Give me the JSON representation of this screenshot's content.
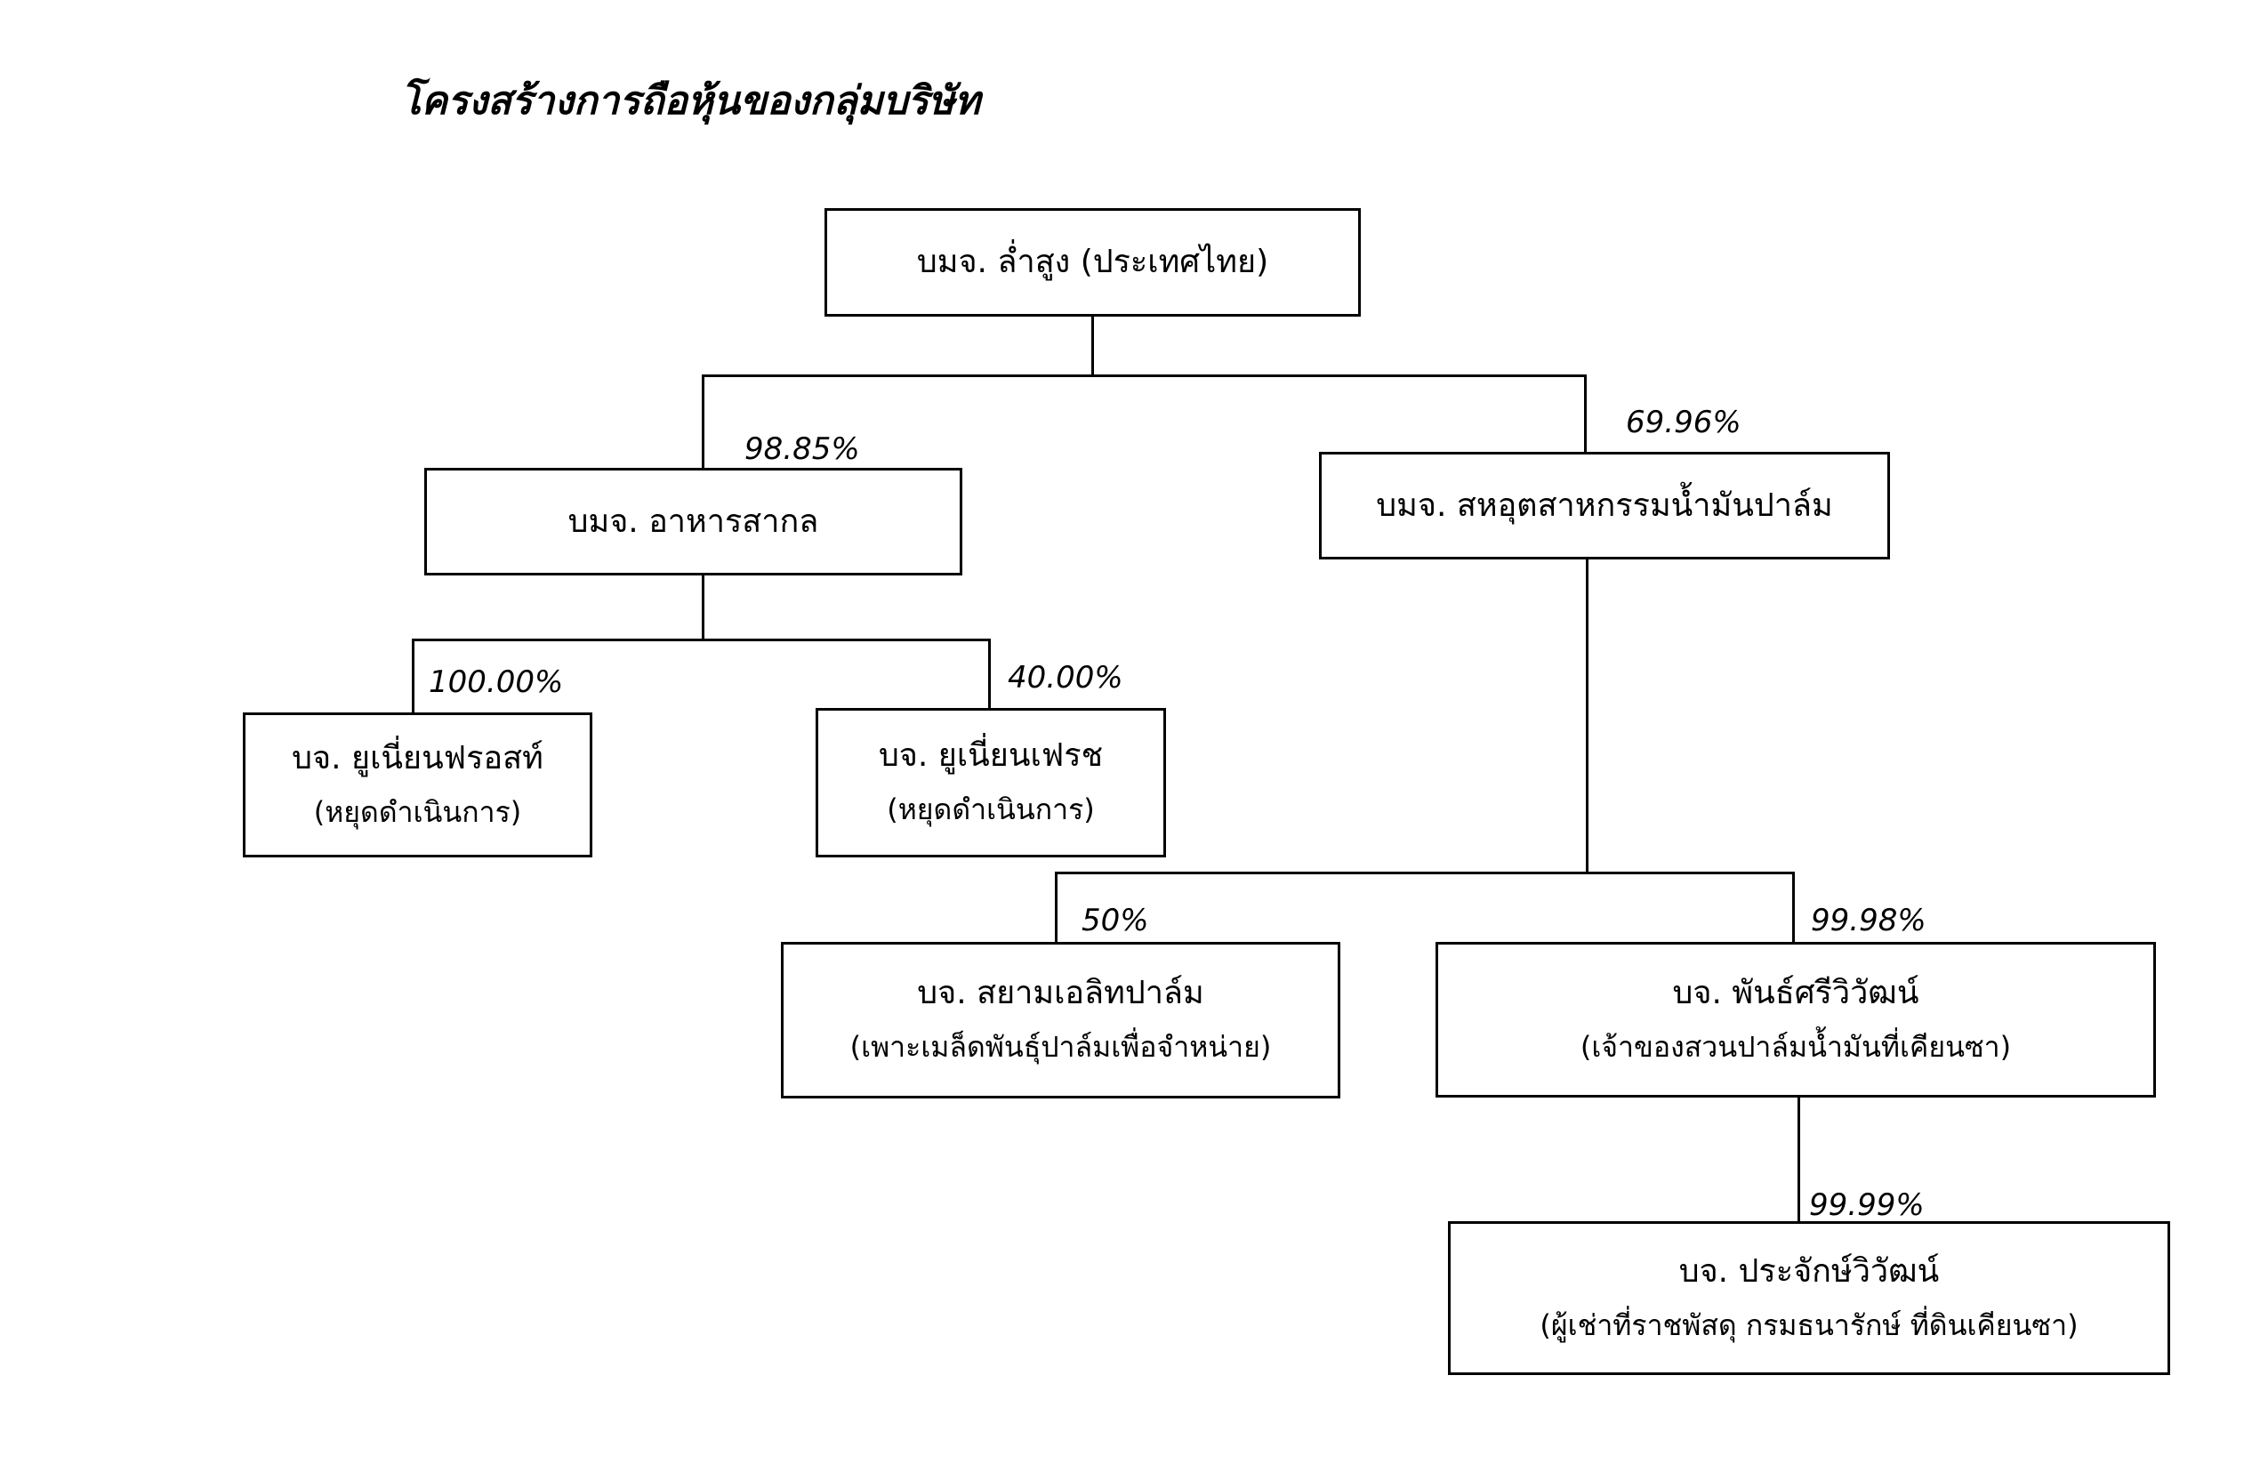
{
  "title": "โครงสร้างการถือหุ้นของกลุ่มบริษัท",
  "nodes": {
    "root": {
      "name": "บมจ. ล่ำสูง (ประเทศไทย)"
    },
    "ahan": {
      "name": "บมจ. อาหารสากล",
      "share": "98.85%"
    },
    "palm_oil": {
      "name": "บมจ. สหอุตสาหกรรมน้ำมันปาล์ม",
      "share": "69.96%"
    },
    "union_frost": {
      "name": "บจ. ยูเนี่ยนฟรอสท์",
      "note": "(หยุดดำเนินการ)",
      "share": "100.00%"
    },
    "union_fresh": {
      "name": "บจ. ยูเนี่ยนเฟรช",
      "note": "(หยุดดำเนินการ)",
      "share": "40.00%"
    },
    "siam_elite": {
      "name": "บจ. สยามเอลิทปาล์ม",
      "note": "(เพาะเมล็ดพันธุ์ปาล์มเพื่อจำหน่าย)",
      "share": "50%"
    },
    "pan_sri": {
      "name": "บจ. พันธ์ศรีวิวัฒน์",
      "note": "(เจ้าของสวนปาล์มน้ำมันที่เคียนซา)",
      "share": "99.98%"
    },
    "prachak": {
      "name": "บจ. ประจักษ์วิวัฒน์",
      "note": "(ผู้เช่าที่ราชพัสดุ กรมธนารักษ์ ที่ดินเคียนซา)",
      "share": "99.99%"
    }
  }
}
